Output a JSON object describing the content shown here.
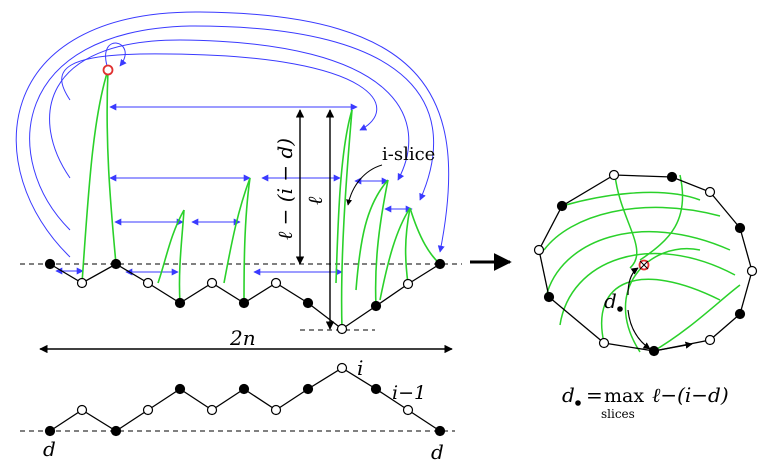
{
  "labels": {
    "slice": "i-slice",
    "vertical_left": "ℓ − (i − d)",
    "vertical_right": "ℓ",
    "width": "2n",
    "i_top": "i",
    "i_minus_1": "i−1",
    "d_left": "d",
    "d_right": "d",
    "d_bullet": "d",
    "formula_lhs": "d",
    "formula_eq": "=",
    "formula_max": "max",
    "formula_sub": "slices",
    "formula_rhs": "ℓ−(i−d)"
  },
  "colors": {
    "path": "#000000",
    "slice": "#2ad12a",
    "arrow": "#3a3aff",
    "root": "#e03030"
  }
}
